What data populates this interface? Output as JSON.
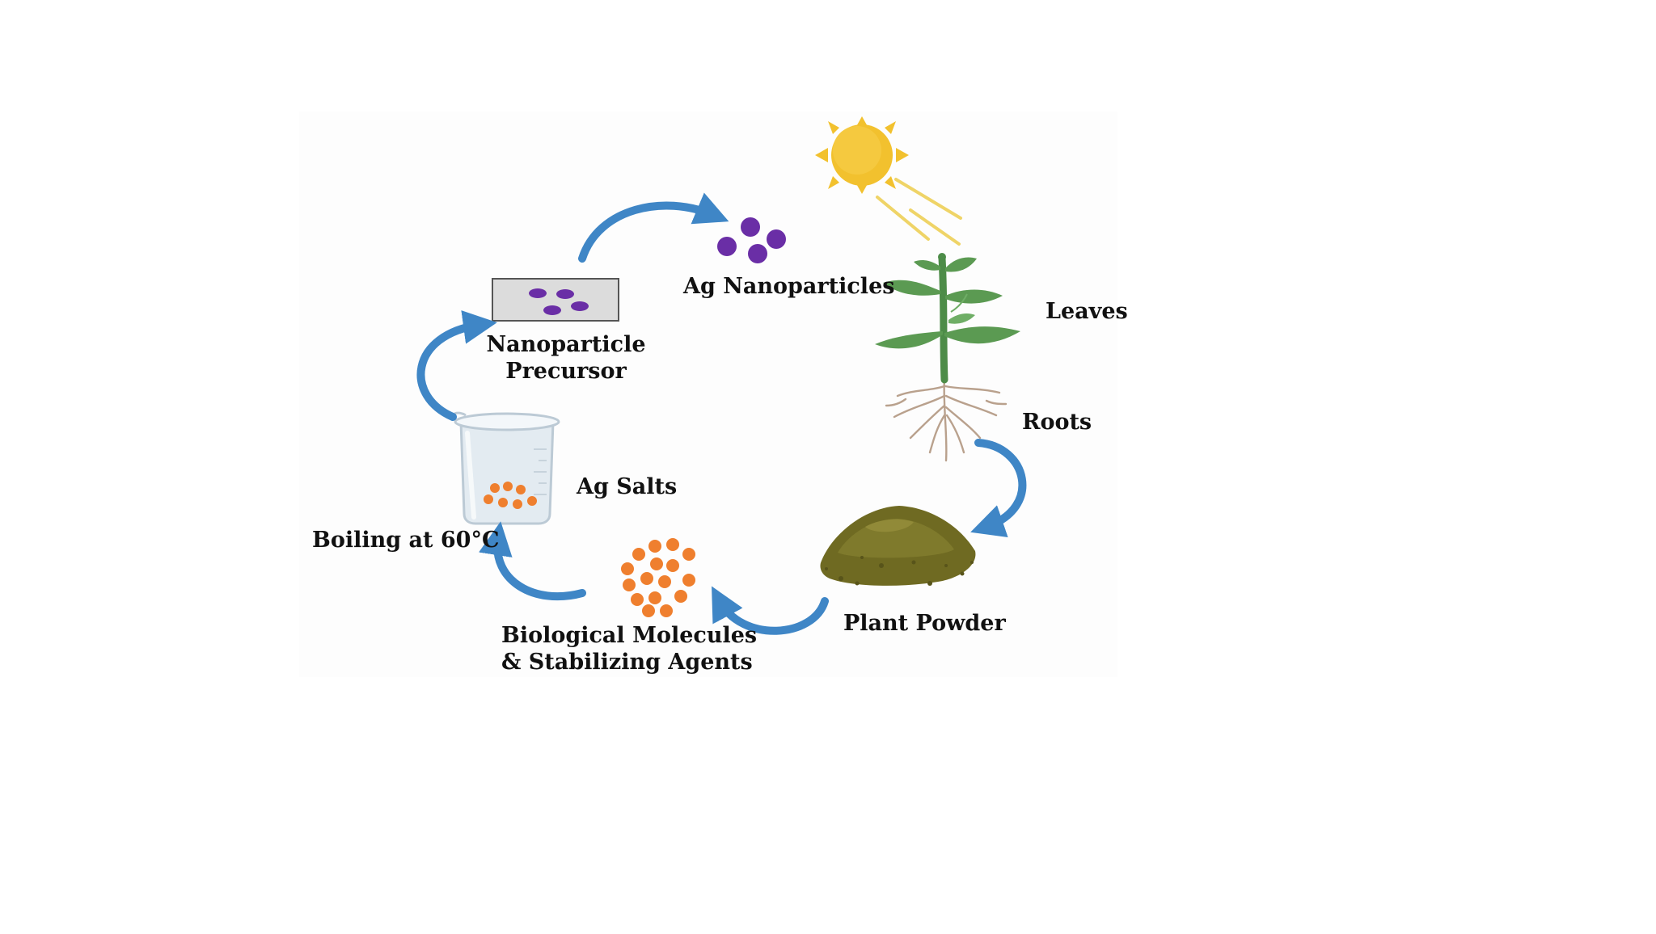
{
  "labels": {
    "ag_nanoparticles": "Ag Nanoparticles",
    "leaves": "Leaves",
    "roots": "Roots",
    "plant_powder": "Plant Powder",
    "bio_line1": "Biological Molecules",
    "bio_line2": "& Stabilizing Agents",
    "boiling": "Boiling at 60°C",
    "ag_salts": "Ag Salts",
    "precursor_line1": "Nanoparticle",
    "precursor_line2": "Precursor"
  },
  "colors": {
    "arrow": "#3f86c6",
    "nanoparticle": "#6a2ea6",
    "molecule": "#ef7f2e",
    "sun": "#f2c12e",
    "leaf": "#5b9a52",
    "stem": "#4d8c48",
    "root": "#b7a08c",
    "powder": "#6f6a22",
    "beaker": "#e3ebf1",
    "slide": "#dcdcdc"
  },
  "icons": [
    "sun-icon",
    "plant-icon",
    "powder-icon",
    "molecule-cluster-icon",
    "beaker-icon",
    "slide-icon",
    "nanoparticle-cluster-icon",
    "cycle-arrow-icon"
  ]
}
